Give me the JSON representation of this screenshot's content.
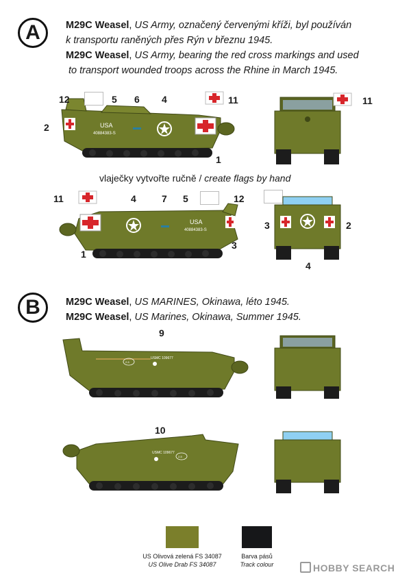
{
  "section_a": {
    "letter": "A",
    "line1_name": "M29C Weasel",
    "line1_desc": "US Army, označený červenými kříži, byl používán",
    "line2_desc": "k transportu raněných přes Rýn v březnu 1945.",
    "line3_name": "M29C Weasel",
    "line3_desc": "US Army, bearing the red cross markings and used",
    "line4_desc": "to transport wounded troops across the Rhine in March 1945.",
    "flags_note_cz": "vlaječky vytvořte ručně /",
    "flags_note_en": "create flags by hand",
    "vehicle_markings": {
      "usa": "USA",
      "serial": "40884383-S"
    },
    "callouts_side1": [
      "12",
      "5",
      "6",
      "4",
      "11",
      "2",
      "1"
    ],
    "callouts_rear1": [
      "11"
    ],
    "callouts_side2": [
      "11",
      "4",
      "7",
      "5",
      "12",
      "1",
      "3"
    ],
    "callouts_rear2": [
      "3",
      "2",
      "4"
    ]
  },
  "section_b": {
    "letter": "B",
    "line1_name": "M29C Weasel",
    "line1_desc": "US MARINES, Okinawa, léto 1945.",
    "line2_name": "M29C Weasel",
    "line2_desc": "US Marines, Okinawa, Summer 1945.",
    "callout_side1": "9",
    "callout_side2": "10",
    "marking_b1": "USMC 109677",
    "marking_b2": "USMC 109677",
    "circle_mark": "2-5"
  },
  "swatches": [
    {
      "color": "#7b7f2b",
      "label_cz": "US Olivová zelená FS 34087",
      "label_en": "US Olive Drab FS 34087"
    },
    {
      "color": "#161719",
      "label_cz": "Barva pásů",
      "label_en": "Track colour"
    }
  ],
  "logo": {
    "text": "HOBBY SEARCH"
  },
  "colors": {
    "olive": "#6f7a2a",
    "olive_dark": "#4f5a1c",
    "red": "#d7262b",
    "track": "#1c1c1c",
    "glass": "#8fd0f2"
  }
}
